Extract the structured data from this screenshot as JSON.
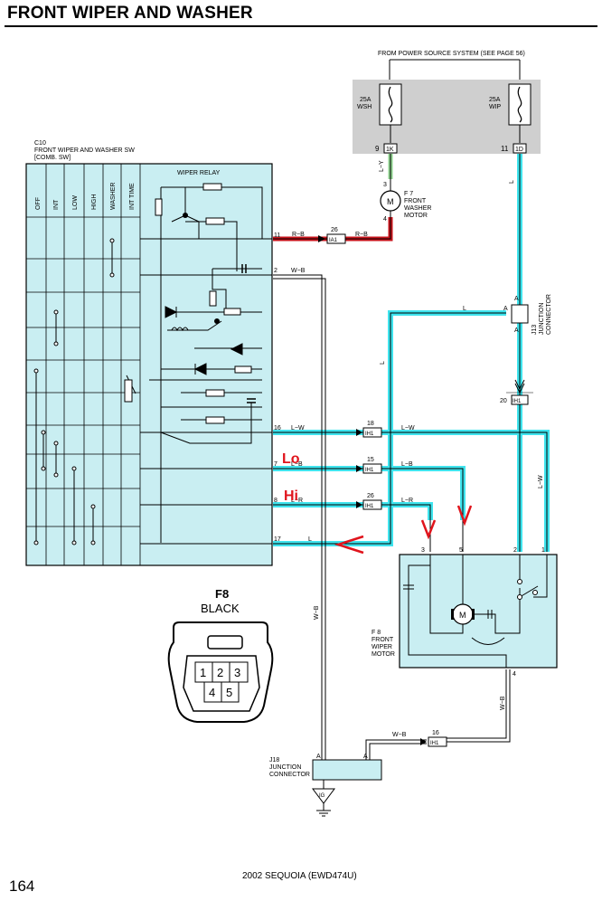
{
  "header": {
    "title": "FRONT WIPER AND WASHER"
  },
  "footer": {
    "page_number": "164",
    "model": "2002 SEQUOIA (EWD474U)"
  },
  "power_source": {
    "label": "FROM POWER SOURCE SYSTEM (SEE PAGE 56)",
    "fuse_wsh": {
      "rating": "25A",
      "name": "WSH",
      "pin": "9",
      "connector": "1K"
    },
    "fuse_wip": {
      "rating": "25A",
      "name": "WIP",
      "pin": "11",
      "connector": "1D"
    }
  },
  "switch": {
    "code": "C10",
    "name": "FRONT WIPER AND WASHER SW",
    "sub": "[COMB. SW]",
    "relay_label": "WIPER RELAY",
    "columns": [
      "OFF",
      "INT",
      "LOW",
      "HIGH",
      "WASHER",
      "INT TIME"
    ],
    "pins": [
      "11",
      "2",
      "16",
      "7",
      "8",
      "17"
    ]
  },
  "washer_motor": {
    "code": "F 7",
    "line1": "FRONT",
    "line2": "WASHER",
    "line3": "MOTOR",
    "pin_top": "3",
    "pin_bottom": "4",
    "symbol": "M"
  },
  "wires": {
    "rb1": "R−B",
    "rb2": "R−B",
    "ia1_pin": "26",
    "ia1": "IA1",
    "wb": "W−B",
    "wb_vertical": "W−B",
    "l_top": "L",
    "l_vert": "L",
    "l_main": "L",
    "l_17": "L",
    "lw1": "L−W",
    "lw2": "L−W",
    "lw_vert": "L−W",
    "lb1": "L−B",
    "lb2": "L−B",
    "lr1": "L−R",
    "lr2": "L−R",
    "ly": "L−Y",
    "ih1": "IH1",
    "ih1_pins": [
      "20",
      "18",
      "15",
      "26",
      "16"
    ],
    "wb_bottom": "W−B",
    "wb_motor": "W−B"
  },
  "j13": {
    "line1": "J13",
    "line2": "JUNCTION",
    "line3": "CONNECTOR",
    "pin": "A"
  },
  "j18": {
    "code": "J18",
    "line1": "JUNCTION",
    "line2": "CONNECTOR",
    "pin": "A"
  },
  "ground": {
    "label": "IG"
  },
  "wiper_motor": {
    "code": "F 8",
    "line1": "FRONT",
    "line2": "WIPER",
    "line3": "MOTOR",
    "pins": [
      "3",
      "5",
      "2",
      "1"
    ],
    "pin_ground": "4",
    "symbol": "M"
  },
  "annotations": {
    "lo": "Lo",
    "hi": "Hi"
  },
  "connector_view": {
    "title": "F8",
    "color": "BLACK",
    "pins": [
      "1",
      "2",
      "3",
      "4",
      "5"
    ]
  },
  "colors": {
    "cyan": "#3fe4ee",
    "panel": "#c9eef2",
    "red_wire": "#c8141c",
    "green_wire": "#8fd48f",
    "arrow": "#e0141c",
    "fuse_box": "#cfcfcf"
  }
}
